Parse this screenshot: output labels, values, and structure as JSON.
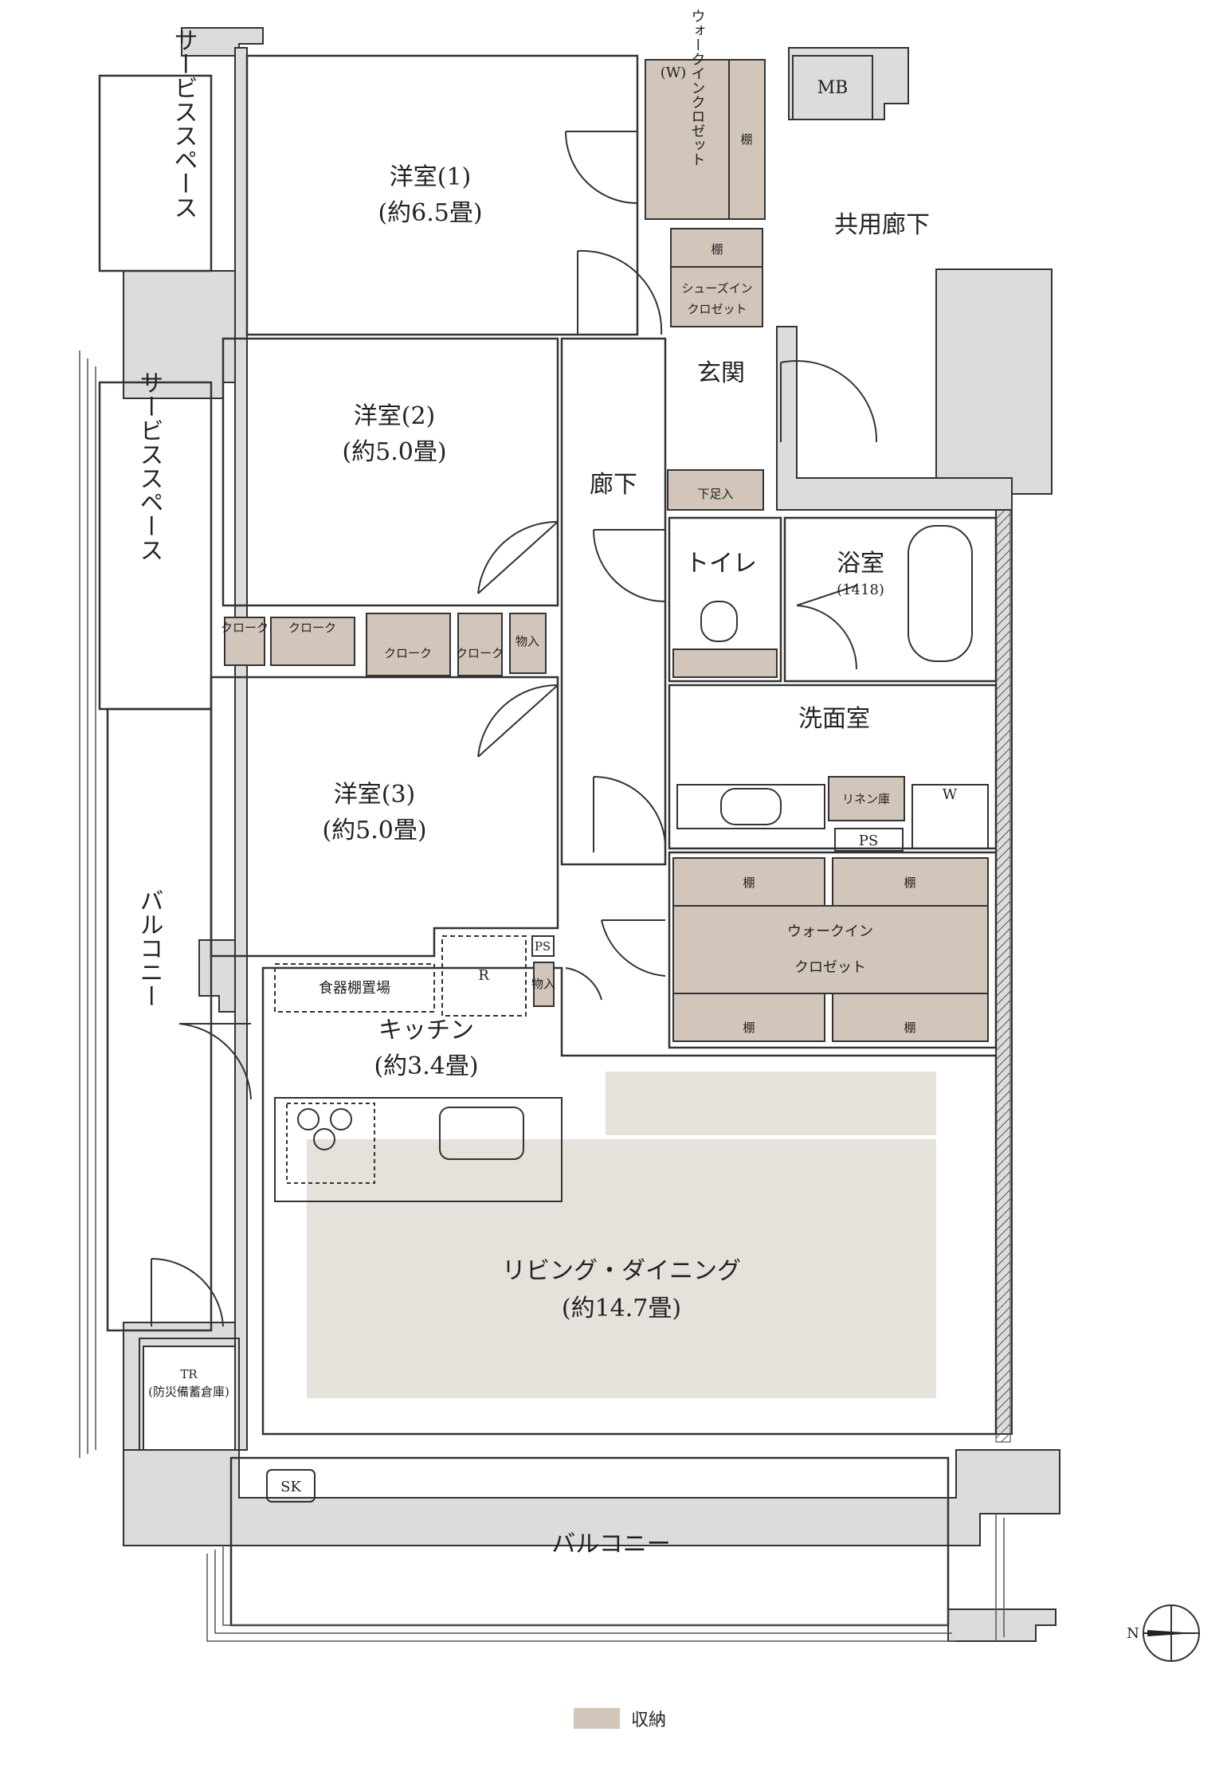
{
  "rooms": {
    "western1": "洋室(1)",
    "western1_size": "(約6.5畳)",
    "western2": "洋室(2)",
    "western2_size": "(約5.0畳)",
    "western3": "洋室(3)",
    "western3_size": "(約5.0畳)",
    "kitchen": "キッチン",
    "kitchen_size": "(約3.4畳)",
    "living": "リビング・ダイニング",
    "living_size": "(約14.7畳)",
    "hallway": "廊下",
    "entrance": "玄関",
    "toilet": "トイレ",
    "bath": "浴室",
    "bath_size": "(1418)",
    "washroom": "洗面室",
    "common_corridor": "共用廊下",
    "service_space_upper": "サービススペース",
    "service_space_lower": "サービススペース",
    "balcony_side": "バルコニー",
    "balcony_bottom": "バルコニー"
  },
  "storage": {
    "wic1_w": "(W)",
    "wic1_label": "ウォークインクロゼット",
    "shelf": "棚",
    "shoes_in_line1": "シューズイン",
    "shoes_in_line2": "クロゼット",
    "shoe_box": "下足入",
    "cloak": "クローク",
    "cloak_small": "クローク",
    "monoire": "物入",
    "linen": "リネン庫",
    "wic2_line1": "ウォークイン",
    "wic2_line2": "クロゼット",
    "dish_shelf": "食器棚置場"
  },
  "markers": {
    "mb": "MB",
    "ps": "PS",
    "ps_small": "PS",
    "refrigerator": "R",
    "washer": "W",
    "sk": "SK",
    "tr": "TR",
    "tr_desc": "(防災備蓄倉庫)",
    "north": "N"
  },
  "legend": {
    "storage_label": "収納",
    "storage_color": "#d2c6bb"
  },
  "colors": {
    "wall": "#dcdcdc",
    "living_fill": "#e7e1dc",
    "storage_fill": "#d2c6bb",
    "line": "#333333"
  }
}
